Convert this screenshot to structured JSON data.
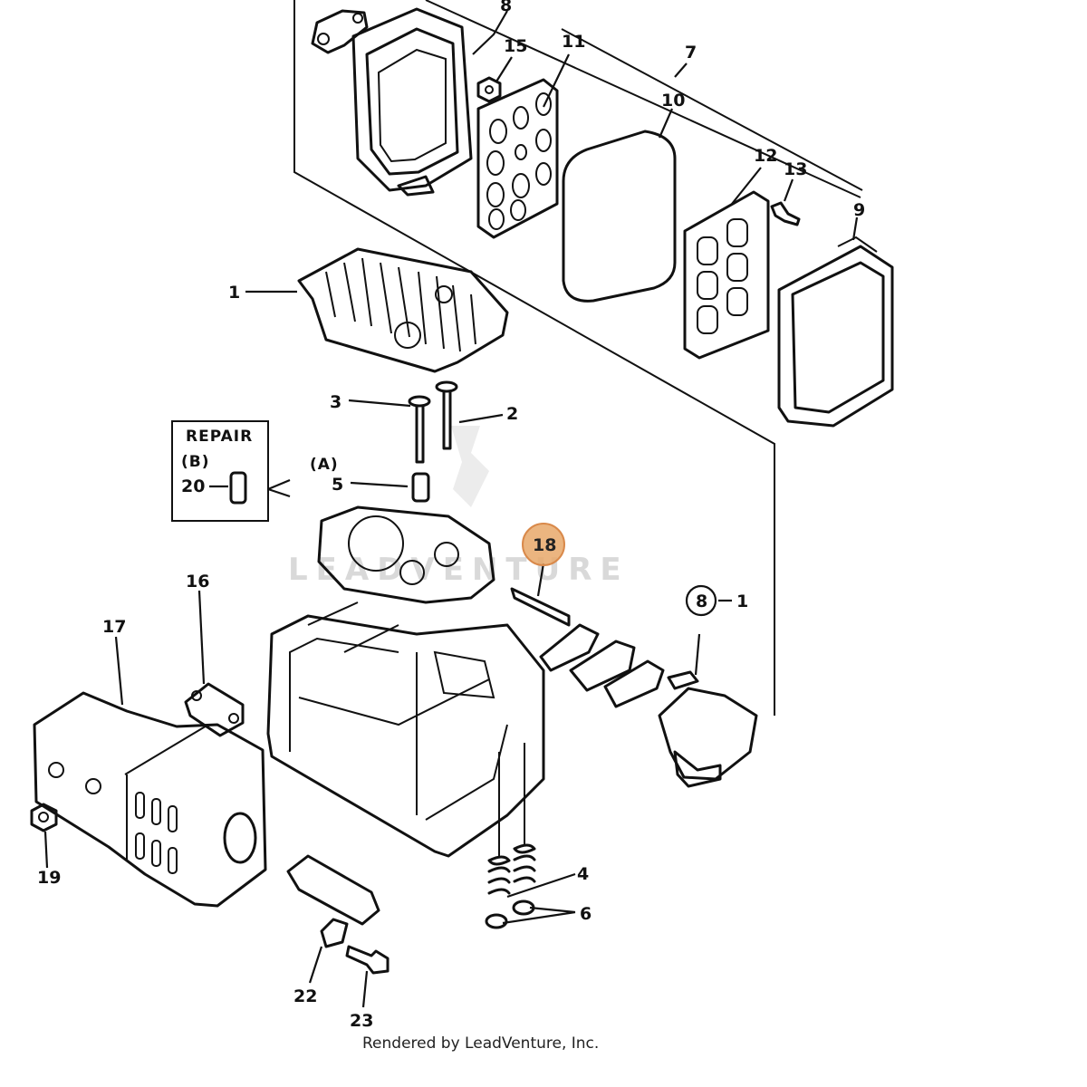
{
  "callouts": {
    "c1": "1",
    "c2": "2",
    "c3": "3",
    "c4": "4",
    "c5": "5",
    "c6": "6",
    "c7": "7",
    "c8": "8",
    "c9": "9",
    "c10": "10",
    "c11": "11",
    "c12": "12",
    "c13": "13",
    "c15": "15",
    "c16": "16",
    "c17": "17",
    "c19": "19",
    "c20": "20",
    "c22": "22",
    "c23": "23",
    "c8b": "8",
    "c1b": "1"
  },
  "highlighted_callout": "18",
  "highlight_color": "#e8a86a",
  "repair_box": {
    "title": "REPAIR",
    "option_b": "(B)",
    "option_a": "(A)"
  },
  "watermark": "LEADVENTURE",
  "footer": "Rendered by LeadVenture, Inc."
}
